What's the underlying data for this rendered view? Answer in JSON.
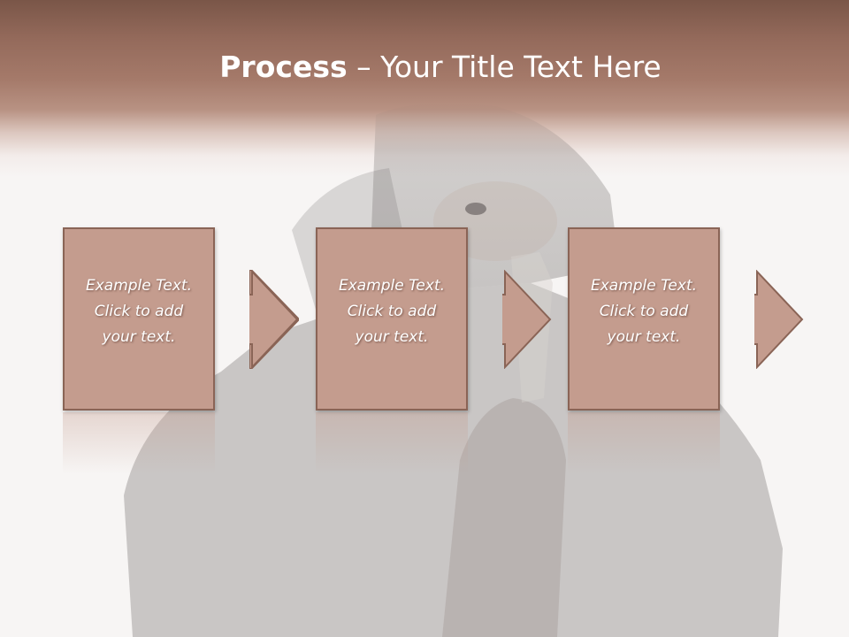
{
  "slide": {
    "title_bold": "Process",
    "title_rest": " – Your Title Text Here"
  },
  "steps": [
    {
      "text": "Example Text.\nClick  to add\nyour text."
    },
    {
      "text": "Example Text.\nClick  to add\nyour text."
    },
    {
      "text": "Example Text.\nClick  to add\nyour text."
    }
  ],
  "colors": {
    "header": "#946a5b",
    "box_fill": "#c49c8e",
    "box_border": "#8a6456",
    "arrow_fill": "#c49c8e"
  }
}
